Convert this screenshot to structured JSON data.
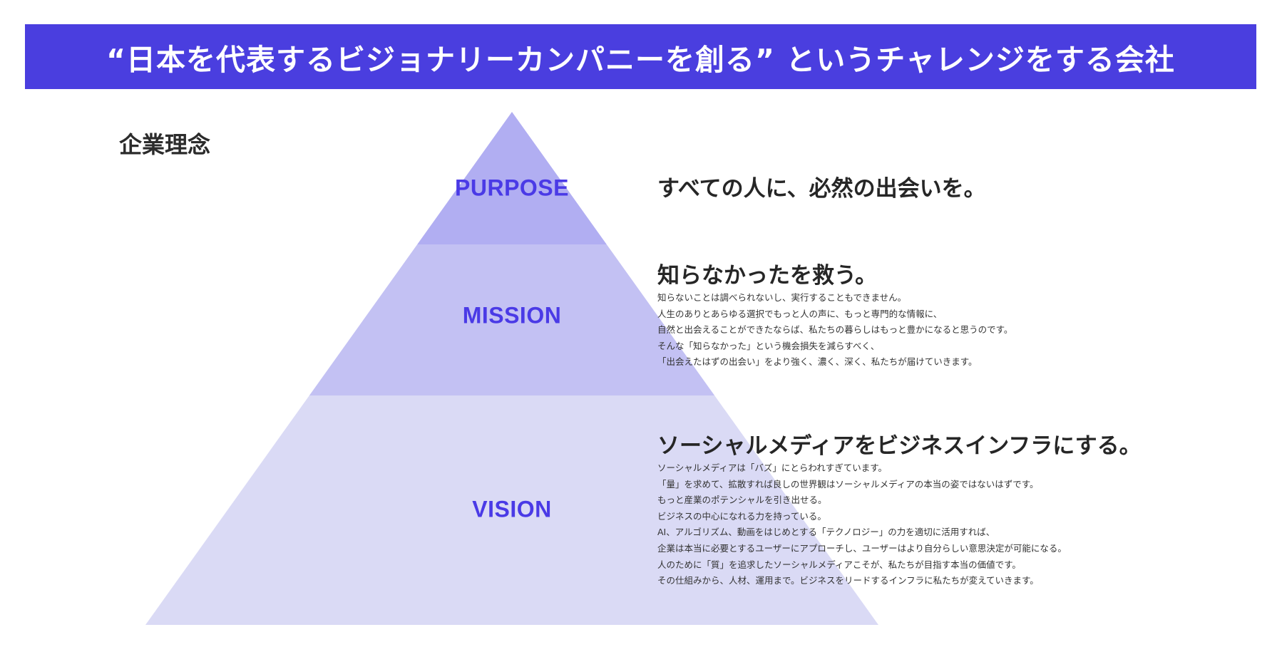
{
  "banner": {
    "text": "“日本を代表するビジョナリーカンパニーを創る” というチャレンジをする会社",
    "background_color": "#4a3edf",
    "text_color": "#ffffff"
  },
  "section_title": "企業理念",
  "pyramid": {
    "label_color": "#4a3ae6",
    "tiers": [
      {
        "key": "purpose",
        "label": "PURPOSE",
        "color": "#b1aef2",
        "headline": "すべての人に、必然の出会いを。",
        "body": []
      },
      {
        "key": "mission",
        "label": "MISSION",
        "color": "#c3c1f3",
        "headline": "知らなかったを救う。",
        "body": [
          "知らないことは調べられないし、実行することもできません。",
          "人生のありとあらゆる選択でもっと人の声に、もっと専門的な情報に、",
          "自然と出会えることができたならば、私たちの暮らしはもっと豊かになると思うのです。",
          "そんな「知らなかった」という機会損失を減らすべく、",
          "「出会えたはずの出会い」をより強く、濃く、深く、私たちが届けていきます。"
        ]
      },
      {
        "key": "vision",
        "label": "VISION",
        "color": "#dadaf5",
        "headline": "ソーシャルメディアをビジネスインフラにする。",
        "body": [
          "ソーシャルメディアは「バズ」にとらわれすぎています。",
          "「量」を求めて、拡散すれば良しの世界観はソーシャルメディアの本当の姿ではないはずです。",
          "もっと産業のポテンシャルを引き出せる。",
          "ビジネスの中心になれる力を持っている。",
          "AI、アルゴリズム、動画をはじめとする「テクノロジー」の力を適切に活用すれば、",
          "企業は本当に必要とするユーザーにアプローチし、ユーザーはより自分らしい意思決定が可能になる。",
          "人のために「質」を追求したソーシャルメディアこそが、私たちが目指す本当の価値です。",
          "その仕組みから、人材、運用まで。ビジネスをリードするインフラに私たちが変えていきます。"
        ]
      }
    ]
  }
}
